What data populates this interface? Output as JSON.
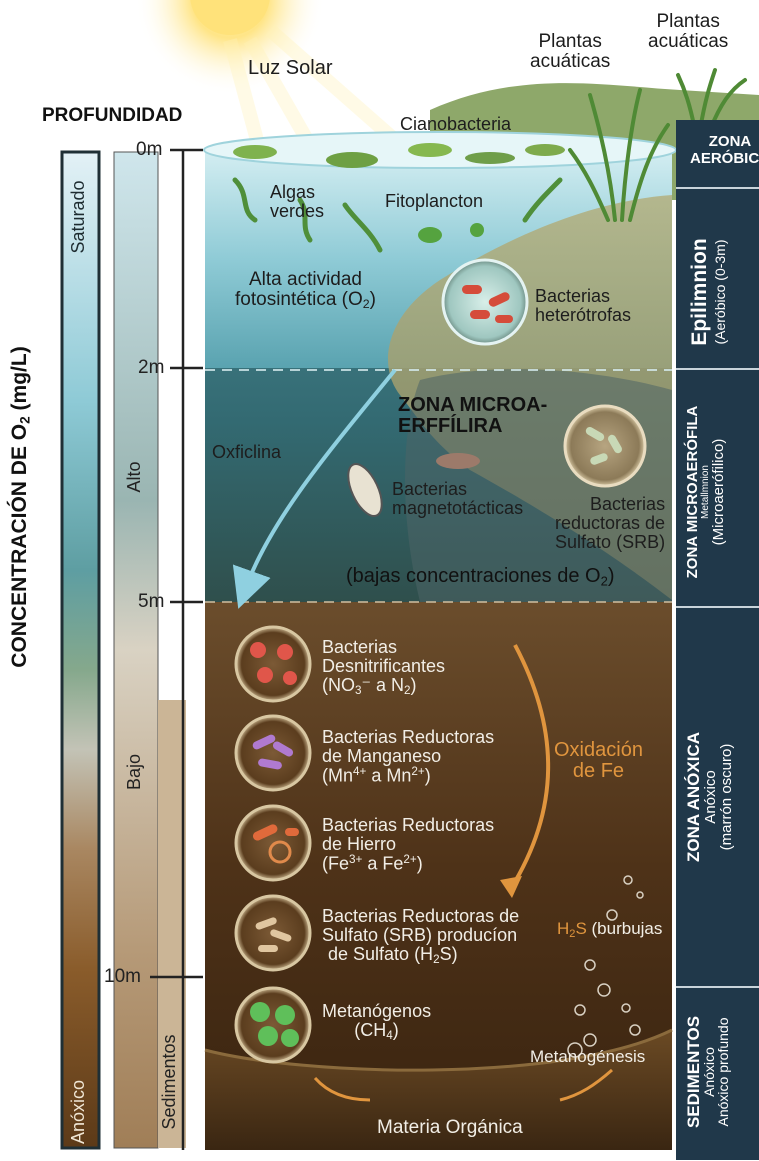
{
  "header": {
    "sun_label": "Luz Solar",
    "depth_title": "PROFUNDIDAD",
    "plants_left": [
      "Plantas",
      "acuáticas"
    ],
    "plants_right": [
      "Plantas",
      "acuáticas"
    ]
  },
  "o2_bar": {
    "axis_title": "CONCENTRACIÓN DE O",
    "axis_title_sub": "2",
    "axis_title_unit": "(mg/L)",
    "top_label": "Saturado",
    "bottom_label": "Anóxico"
  },
  "depth_scale": {
    "ticks": [
      "0m",
      "2m",
      "5m",
      "10m"
    ],
    "high_label": "Alto",
    "low_label": "Bajo",
    "sediment_label": "Sedimentos"
  },
  "surface": {
    "cyanobacteria": "Cianobacteria",
    "green_algae": [
      "Algas",
      "verdes"
    ],
    "phytoplankton": "Fitoplancton",
    "photosynthesis": [
      "Alta actividad",
      "fotosintética (O",
      "2",
      ")"
    ],
    "heterotrophs": [
      "Bacterias",
      "heterótrofas"
    ]
  },
  "middle": {
    "zone_title": [
      "ZONA MICROA-",
      "ERFFÍLIRA"
    ],
    "oxycline": "Oxficlina",
    "magnetotactic": [
      "Bacterias",
      "magnetotácticas"
    ],
    "srb": [
      "Bacterias",
      "reductoras de",
      "Sulfato (SRB)"
    ],
    "low_o2": [
      "(bajas concentraciones de O",
      "2",
      ")"
    ]
  },
  "anoxic": {
    "denitrifying": {
      "l1": "Bacterias",
      "l2": "Desnitrificantes",
      "l3a": "(NO",
      "l3b": "3",
      "l3c": "⁻ a N",
      "l3d": "2",
      "l3e": ")"
    },
    "manganese": {
      "l1": "Bacterias Reductoras",
      "l2": "de Manganeso",
      "l3a": "(Mn",
      "l3b": "4+",
      "l3c": " a Mn",
      "l3d": "2+",
      "l3e": ")"
    },
    "iron": {
      "l1": "Bacterias Reductoras",
      "l2": "de Hierro",
      "l3a": "(Fe",
      "l3b": "3+",
      "l3c": " a Fe",
      "l3d": "2+",
      "l3e": ")"
    },
    "sulfate": {
      "l1": "Bacterias Reductoras de",
      "l2": "Sulfato (SRB) producíon",
      "l3a": "de Sulfato (H",
      "l3b": "2",
      "l3c": "S)"
    },
    "methanogens": {
      "l1": "Metanógenos",
      "l2a": "(CH",
      "l2b": "4",
      "l2c": ")"
    },
    "fe_oxidation": [
      "Oxidación",
      "de Fe"
    ],
    "h2s": {
      "a": "H",
      "b": "2",
      "c": "S",
      "d": " (burbujas"
    },
    "methanogenesis": "Metanogénesis"
  },
  "sediment": {
    "organic_matter": "Materia Orgánica"
  },
  "zones": {
    "aerobic": [
      "ZONA",
      "AERÓBICA"
    ],
    "epilimnion": {
      "title": "Epilimnion",
      "sub": "(Aeróbico (0-3m)"
    },
    "micro": {
      "title": "ZONA MICROAERÓFILA",
      "small": "Metallmnion",
      "sub": "(Microaerófilico)"
    },
    "anoxic": {
      "title": "ZONA ANÓXICA",
      "sub1": "Anóxico",
      "sub2": "(marrón oscuro)"
    },
    "sediments": {
      "title": "SEDIMENTOS",
      "sub1": "Anóxico",
      "sub2": "Anóxico profundo"
    }
  },
  "colors": {
    "water_top": "#c9e9ef",
    "water_mid": "#3f7f8a",
    "anoxic": "#5a3a1c",
    "sediment": "#3e2a14",
    "panel": "#20384a",
    "fe_arrow": "#e0953e"
  }
}
